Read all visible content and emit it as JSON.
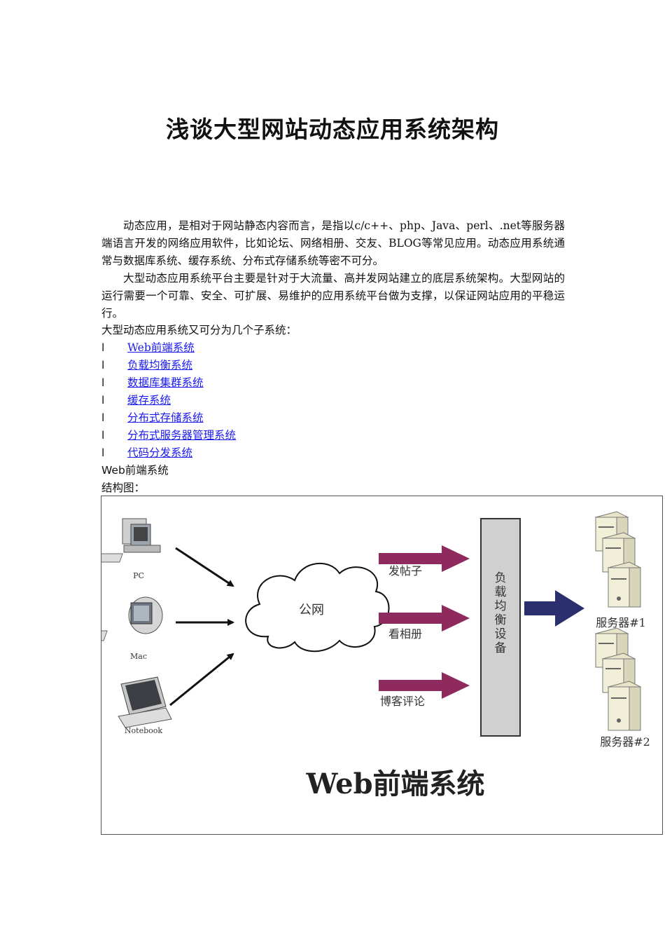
{
  "title": "浅谈大型网站动态应用系统架构",
  "intro": {
    "p1": "动态应用，是相对于网站静态内容而言，是指以c/c++、php、Java、perl、.net等服务器端语言开发的网络应用软件，比如论坛、网络相册、交友、BLOG等常见应用。动态应用系统通常与数据库系统、缓存系统、分布式存储系统等密不可分。",
    "p2": "大型动态应用系统平台主要是针对于大流量、高并发网站建立的底层系统架构。大型网站的运行需要一个可靠、安全、可扩展、易维护的应用系统平台做为支撑，以保证网站应用的平稳运行。",
    "subsystems_intro": "大型动态应用系统又可分为几个子系统："
  },
  "toc": {
    "bullet": "l",
    "items": [
      {
        "label": "Web前端系统"
      },
      {
        "label": "负载均衡系统"
      },
      {
        "label": "数据库集群系统"
      },
      {
        "label": "缓存系统"
      },
      {
        "label": "分布式存储系统"
      },
      {
        "label": "分布式服务器管理系统"
      },
      {
        "label": "代码分发系统"
      }
    ]
  },
  "section": {
    "heading": "Web前端系统",
    "diagram_caption": "结构图："
  },
  "diagram": {
    "clients": [
      "PC",
      "Mac",
      "Notebook"
    ],
    "cloud_label": "公网",
    "requests": [
      "发帖子",
      "看相册",
      "博客评论"
    ],
    "load_balancer": "负载均衡设备",
    "servers": [
      "服务器#1",
      "服务器#2"
    ],
    "big_title": "Web前端系统",
    "colors": {
      "request_arrow": "#8e2a5e",
      "lb_arrow": "#2b2f6e",
      "lb_box": "#d0d0d0"
    }
  }
}
